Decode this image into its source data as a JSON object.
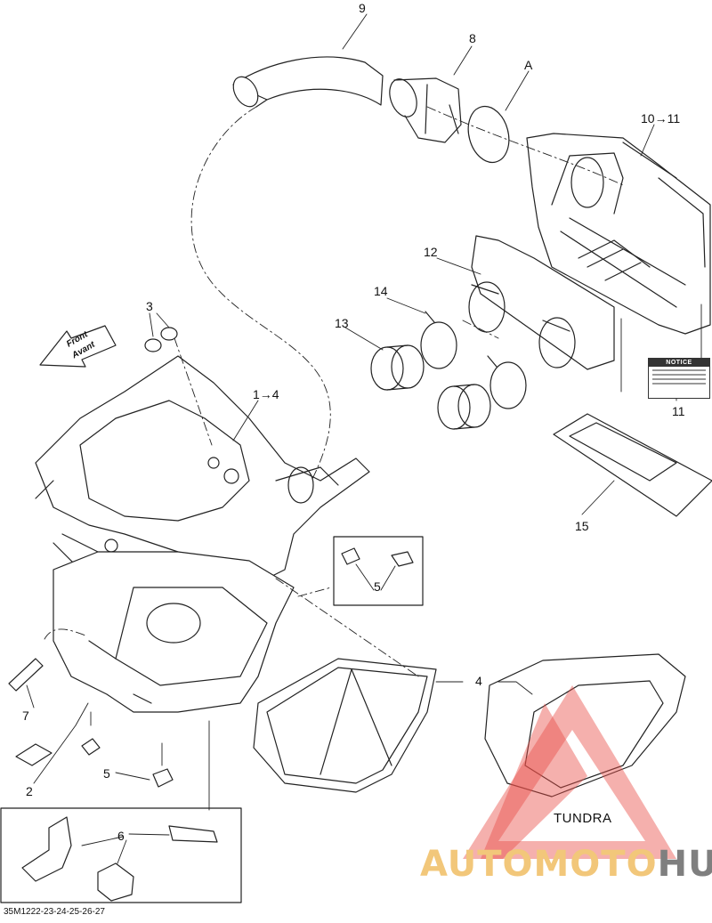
{
  "diagram": {
    "reference": "35M1222-23-24-25-26-27",
    "direction_label": [
      "Front",
      "Avant"
    ],
    "callouts": {
      "c9": "9",
      "c8": "8",
      "cA": "A",
      "c10": "10→11",
      "c12": "12",
      "c14": "14",
      "c13": "13",
      "c3": "3",
      "c1": "1→4",
      "c11": "11",
      "c15": "15",
      "c5a": "5",
      "c4": "4",
      "c7": "7",
      "c2": "2",
      "c5b": "5",
      "c6": "6"
    },
    "variant_label": "TUNDRA",
    "notice_label": "NOTICE",
    "watermark": {
      "part1": "AUTOMOTO",
      "part2": "HUB"
    }
  },
  "colors": {
    "line": "#222222",
    "watermark_triangle": "#e8504a",
    "watermark_text_light": "#f2c77a",
    "watermark_text_dark": "#7f7f7f"
  }
}
